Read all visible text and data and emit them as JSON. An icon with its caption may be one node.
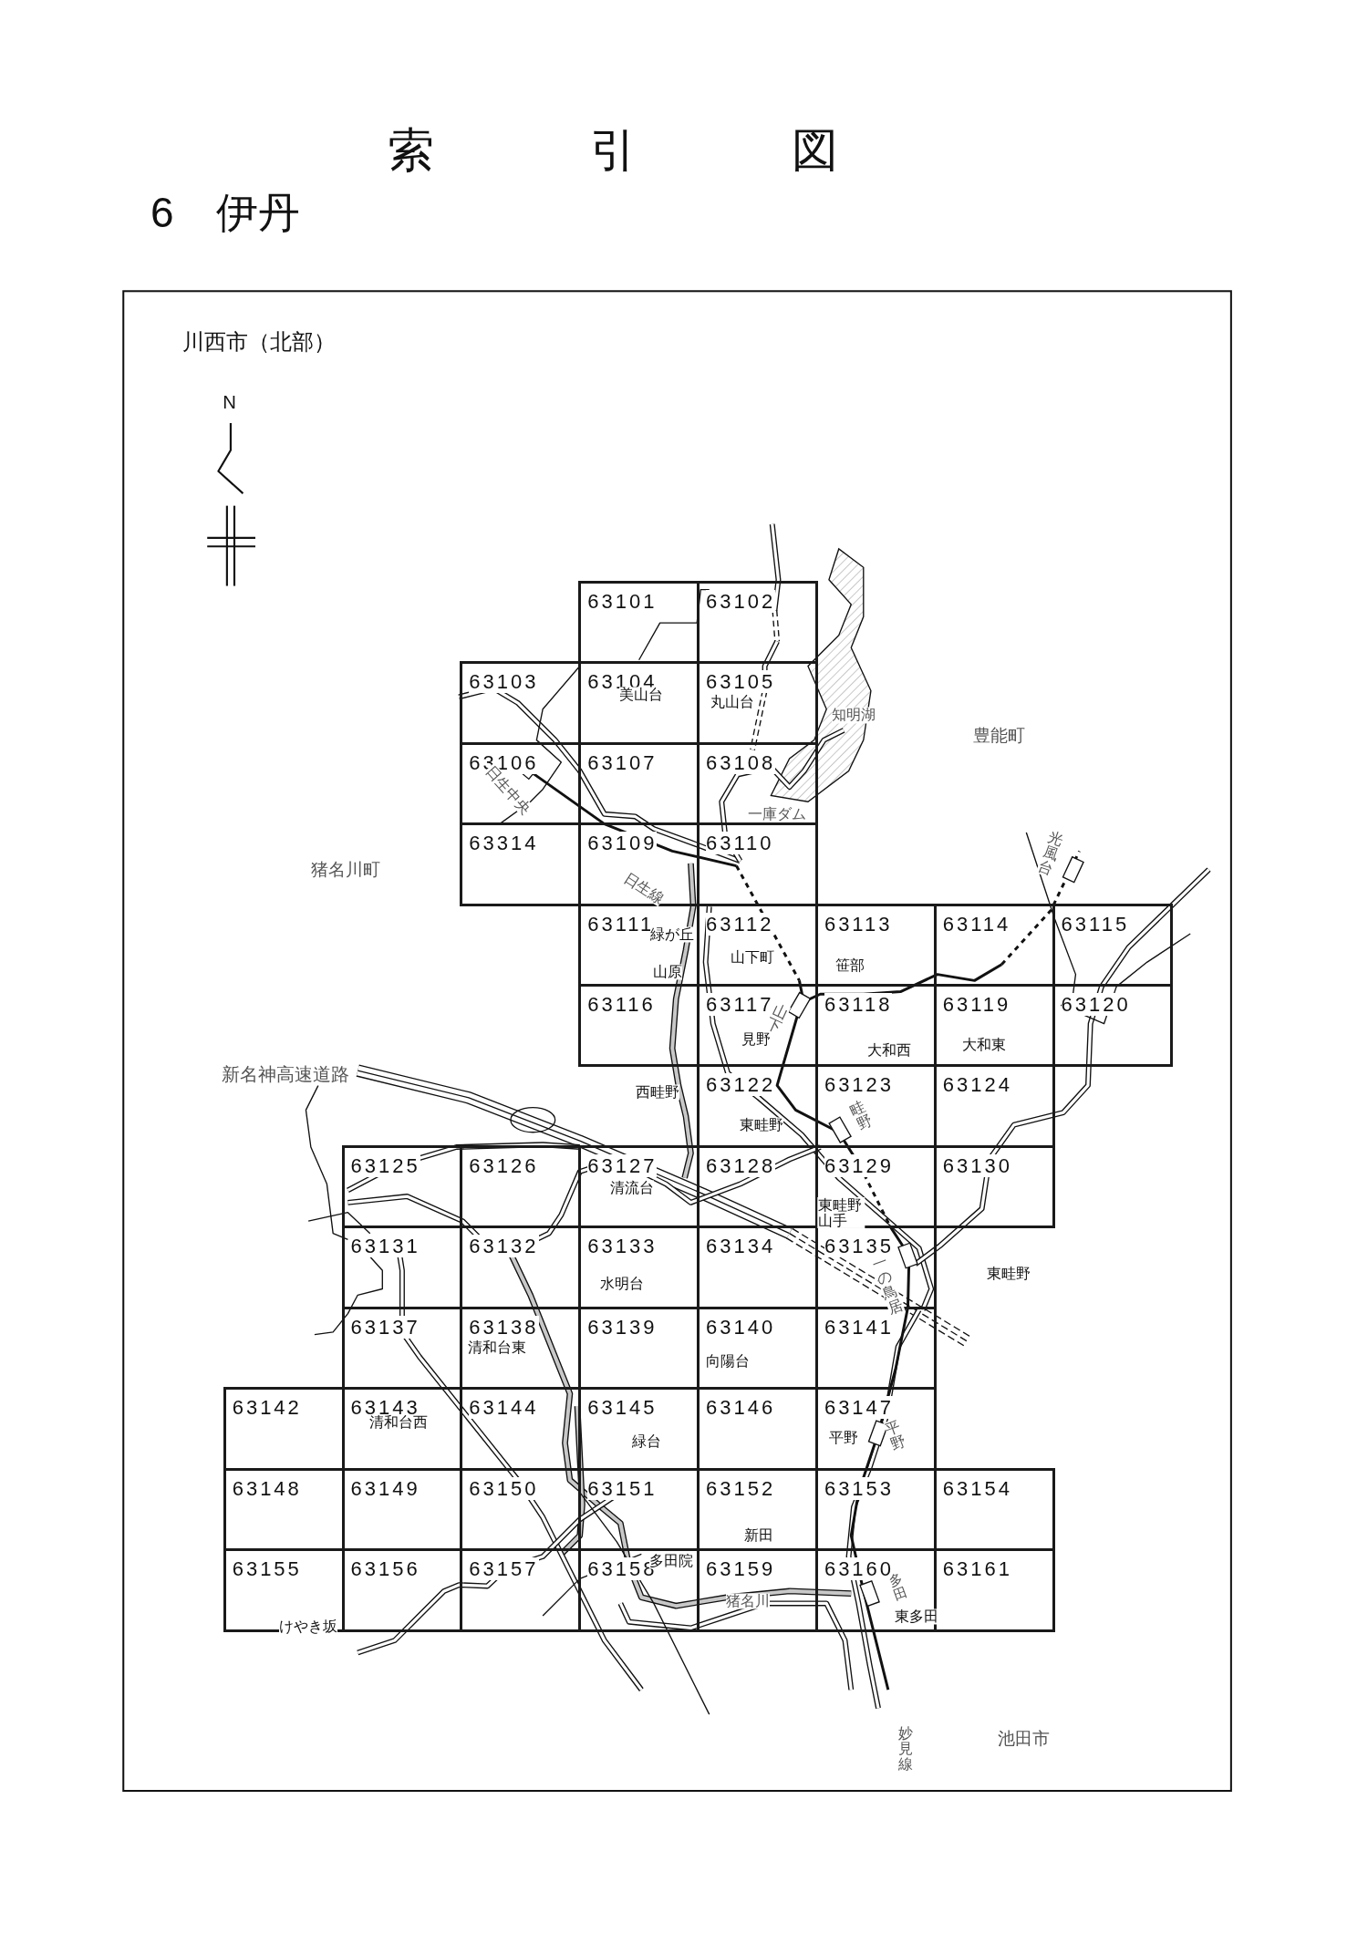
{
  "diagram": {
    "title": "索引図",
    "nodes": [
      {
        "text": [
          "63101"
        ]
      },
      {
        "text": [
          "63102"
        ]
      },
      {
        "text": [
          "63103"
        ]
      },
      {
        "text": [
          "63104"
        ]
      },
      {
        "text": [
          "63105"
        ]
      },
      {
        "text": [
          "63106"
        ]
      },
      {
        "text": [
          "63107"
        ]
      },
      {
        "text": [
          "63108"
        ]
      },
      {
        "text": [
          "63314"
        ]
      },
      {
        "text": [
          "63109"
        ]
      },
      {
        "text": [
          "63110"
        ]
      },
      {
        "text": [
          "63111"
        ]
      },
      {
        "text": [
          "63112"
        ]
      },
      {
        "text": [
          "63113"
        ]
      },
      {
        "text": [
          "63114"
        ]
      },
      {
        "text": [
          "63115"
        ]
      },
      {
        "text": [
          "63116"
        ]
      },
      {
        "text": [
          "63117"
        ]
      },
      {
        "text": [
          "63118"
        ]
      },
      {
        "text": [
          "63119"
        ]
      },
      {
        "text": [
          "63120"
        ]
      },
      {
        "text": [
          "63122"
        ]
      },
      {
        "text": [
          "63123"
        ]
      },
      {
        "text": [
          "63124"
        ]
      },
      {
        "text": [
          "63125"
        ]
      },
      {
        "text": [
          "63126"
        ]
      },
      {
        "text": [
          "63127"
        ]
      },
      {
        "text": [
          "63128"
        ]
      },
      {
        "text": [
          "63129"
        ]
      },
      {
        "text": [
          "63130"
        ]
      },
      {
        "text": [
          "63131"
        ]
      },
      {
        "text": [
          "63132"
        ]
      },
      {
        "text": [
          "63133"
        ]
      },
      {
        "text": [
          "63134"
        ]
      },
      {
        "text": [
          "63135"
        ]
      },
      {
        "text": [
          "63137"
        ]
      },
      {
        "text": [
          "63138"
        ]
      },
      {
        "text": [
          "63139"
        ]
      },
      {
        "text": [
          "63140"
        ]
      },
      {
        "text": [
          "63141"
        ]
      },
      {
        "text": [
          "63142"
        ]
      },
      {
        "text": [
          "63143"
        ]
      },
      {
        "text": [
          "63144"
        ]
      },
      {
        "text": [
          "63145"
        ]
      },
      {
        "text": [
          "63146"
        ]
      },
      {
        "text": [
          "63147"
        ]
      },
      {
        "text": [
          "63148"
        ]
      },
      {
        "text": [
          "63149"
        ]
      },
      {
        "text": [
          "63150"
        ]
      },
      {
        "text": [
          "63151"
        ]
      },
      {
        "text": [
          "63152"
        ]
      },
      {
        "text": [
          "63153"
        ]
      },
      {
        "text": [
          "63154"
        ]
      },
      {
        "text": [
          "63155"
        ]
      },
      {
        "text": [
          "63156"
        ]
      },
      {
        "text": [
          "63157"
        ]
      },
      {
        "text": [
          "63158"
        ]
      },
      {
        "text": [
          "63159"
        ]
      },
      {
        "text": [
          "63160"
        ]
      },
      {
        "text": [
          "63161"
        ]
      }
    ],
    "labels": [
      "6　伊丹",
      "川西市（北部）",
      "N",
      "美山台",
      "丸山台",
      "知明湖",
      "豊能町",
      "日生中央",
      "一庫ダム",
      "光風台",
      "猪名川町",
      "日生線",
      "緑が丘",
      "山原",
      "山下町",
      "笹部",
      "山下",
      "見野",
      "大和西",
      "大和東",
      "新名神高速道路",
      "西畦野",
      "東畦野",
      "畦野",
      "清流台",
      "東畦野山手",
      "一の鳥居",
      "東畦野",
      "水明台",
      "清和台東",
      "向陽台",
      "清和台西",
      "緑台",
      "平野",
      "平野",
      "新田",
      "多田院",
      "多田",
      "猪名川",
      "東多田",
      "けやき坂",
      "妙見線",
      "池田市"
    ]
  }
}
